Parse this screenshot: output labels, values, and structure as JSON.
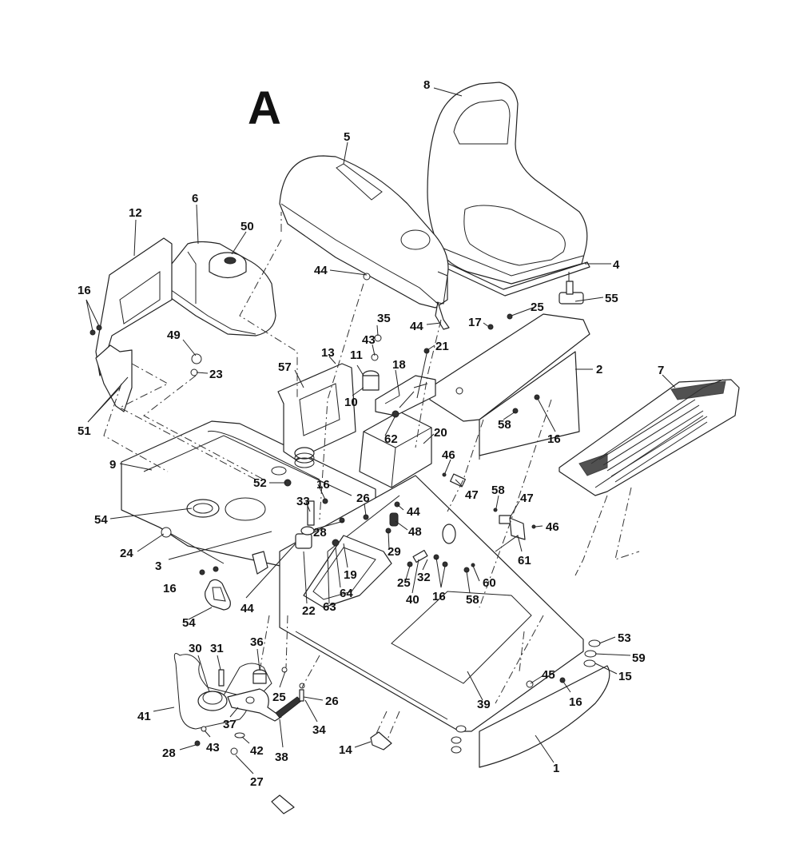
{
  "diagram": {
    "title": "Parts diagram section A",
    "section_label": "A",
    "callouts": [
      {
        "id": "c1",
        "label": "8"
      },
      {
        "id": "c2",
        "label": "5"
      },
      {
        "id": "c3",
        "label": "6"
      },
      {
        "id": "c4",
        "label": "12"
      },
      {
        "id": "c5",
        "label": "50"
      },
      {
        "id": "c6",
        "label": "16"
      },
      {
        "id": "c7",
        "label": "49"
      },
      {
        "id": "c8",
        "label": "23"
      },
      {
        "id": "c9",
        "label": "51"
      },
      {
        "id": "c10",
        "label": "44"
      },
      {
        "id": "c11",
        "label": "44"
      },
      {
        "id": "c12",
        "label": "4"
      },
      {
        "id": "c13",
        "label": "55"
      },
      {
        "id": "c14",
        "label": "17"
      },
      {
        "id": "c15",
        "label": "25"
      },
      {
        "id": "c16",
        "label": "35"
      },
      {
        "id": "c17",
        "label": "43"
      },
      {
        "id": "c18",
        "label": "21"
      },
      {
        "id": "c19",
        "label": "13"
      },
      {
        "id": "c20",
        "label": "11"
      },
      {
        "id": "c21",
        "label": "18"
      },
      {
        "id": "c22",
        "label": "57"
      },
      {
        "id": "c23",
        "label": "10"
      },
      {
        "id": "c24",
        "label": "62"
      },
      {
        "id": "c25",
        "label": "20"
      },
      {
        "id": "c26",
        "label": "2"
      },
      {
        "id": "c27",
        "label": "58"
      },
      {
        "id": "c28",
        "label": "16"
      },
      {
        "id": "c29",
        "label": "7"
      },
      {
        "id": "c30",
        "label": "9"
      },
      {
        "id": "c31",
        "label": "52"
      },
      {
        "id": "c32",
        "label": "16"
      },
      {
        "id": "c33",
        "label": "46"
      },
      {
        "id": "c34",
        "label": "47"
      },
      {
        "id": "c35",
        "label": "54"
      },
      {
        "id": "c36",
        "label": "33"
      },
      {
        "id": "c37",
        "label": "26"
      },
      {
        "id": "c38",
        "label": "44"
      },
      {
        "id": "c39",
        "label": "58"
      },
      {
        "id": "c40",
        "label": "47"
      },
      {
        "id": "c41",
        "label": "28"
      },
      {
        "id": "c42",
        "label": "48"
      },
      {
        "id": "c43",
        "label": "46"
      },
      {
        "id": "c44",
        "label": "24"
      },
      {
        "id": "c45",
        "label": "29"
      },
      {
        "id": "c46",
        "label": "61"
      },
      {
        "id": "c47",
        "label": "3"
      },
      {
        "id": "c48",
        "label": "19"
      },
      {
        "id": "c49",
        "label": "25"
      },
      {
        "id": "c50",
        "label": "32"
      },
      {
        "id": "c51",
        "label": "60"
      },
      {
        "id": "c52",
        "label": "16"
      },
      {
        "id": "c53",
        "label": "64"
      },
      {
        "id": "c54",
        "label": "40"
      },
      {
        "id": "c55",
        "label": "16"
      },
      {
        "id": "c56",
        "label": "58"
      },
      {
        "id": "c57",
        "label": "44"
      },
      {
        "id": "c58",
        "label": "22"
      },
      {
        "id": "c59",
        "label": "63"
      },
      {
        "id": "c60",
        "label": "54"
      },
      {
        "id": "c61",
        "label": "53"
      },
      {
        "id": "c62",
        "label": "59"
      },
      {
        "id": "c63",
        "label": "36"
      },
      {
        "id": "c64",
        "label": "30"
      },
      {
        "id": "c65",
        "label": "31"
      },
      {
        "id": "c66",
        "label": "15"
      },
      {
        "id": "c67",
        "label": "45"
      },
      {
        "id": "c68",
        "label": "25"
      },
      {
        "id": "c69",
        "label": "16"
      },
      {
        "id": "c70",
        "label": "41"
      },
      {
        "id": "c71",
        "label": "26"
      },
      {
        "id": "c72",
        "label": "39"
      },
      {
        "id": "c73",
        "label": "37"
      },
      {
        "id": "c74",
        "label": "34"
      },
      {
        "id": "c75",
        "label": "28"
      },
      {
        "id": "c76",
        "label": "43"
      },
      {
        "id": "c77",
        "label": "42"
      },
      {
        "id": "c78",
        "label": "38"
      },
      {
        "id": "c79",
        "label": "14"
      },
      {
        "id": "c80",
        "label": "1"
      },
      {
        "id": "c81",
        "label": "27"
      }
    ]
  }
}
